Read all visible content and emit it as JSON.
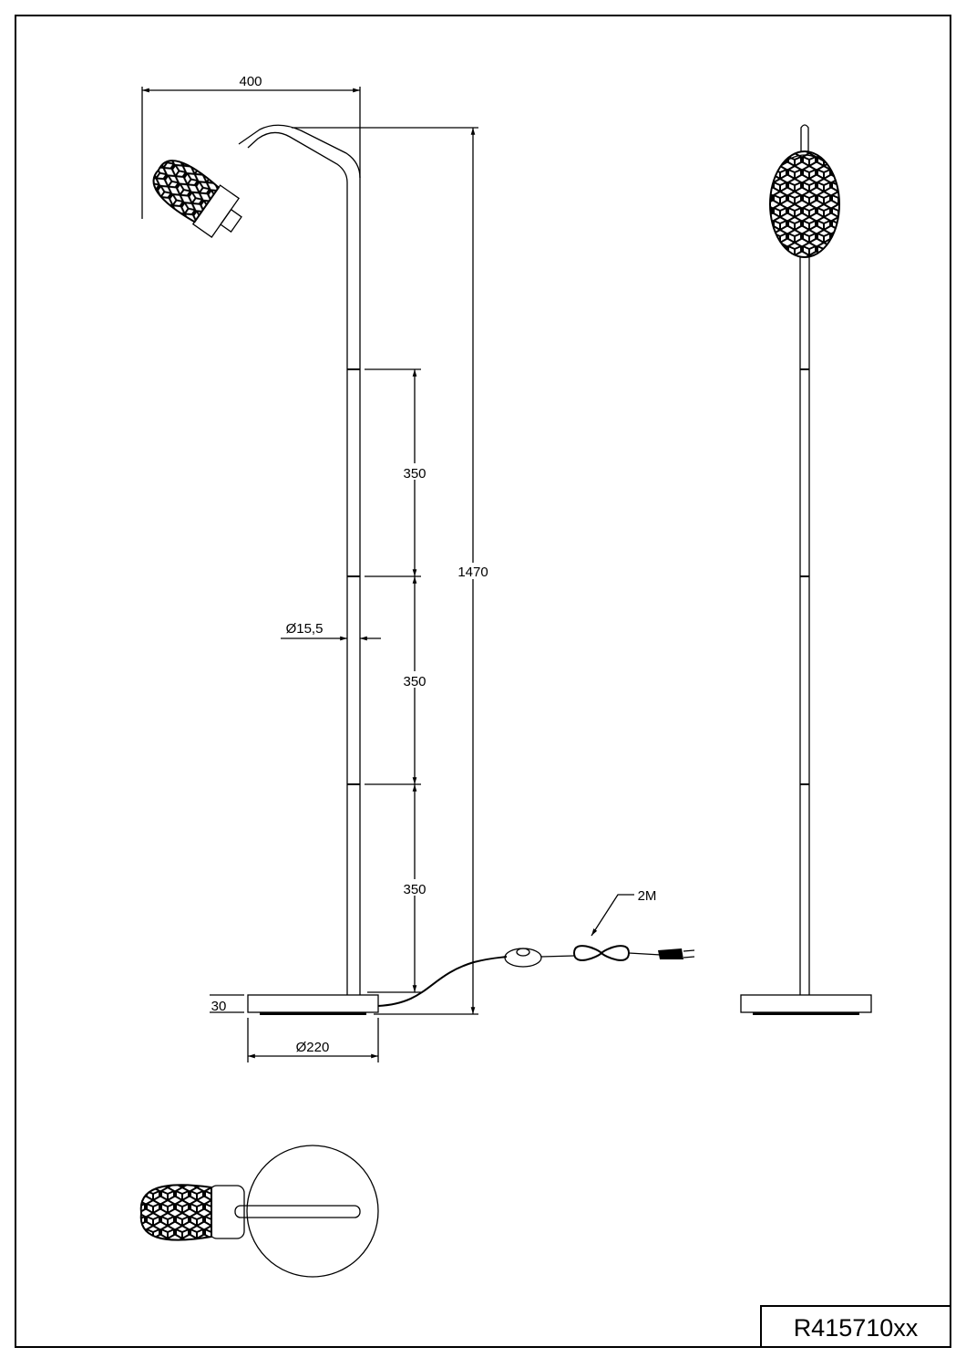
{
  "drawing": {
    "model_number": "R415710xx",
    "dimensions": {
      "arm_reach": "400",
      "total_height": "1470",
      "segment_1": "350",
      "segment_2": "350",
      "segment_3": "350",
      "tube_diameter": "Ø15,5",
      "base_height": "30",
      "base_diameter": "Ø220",
      "cable_length": "2M"
    },
    "views": [
      "side-view",
      "front-view",
      "top-view"
    ]
  }
}
